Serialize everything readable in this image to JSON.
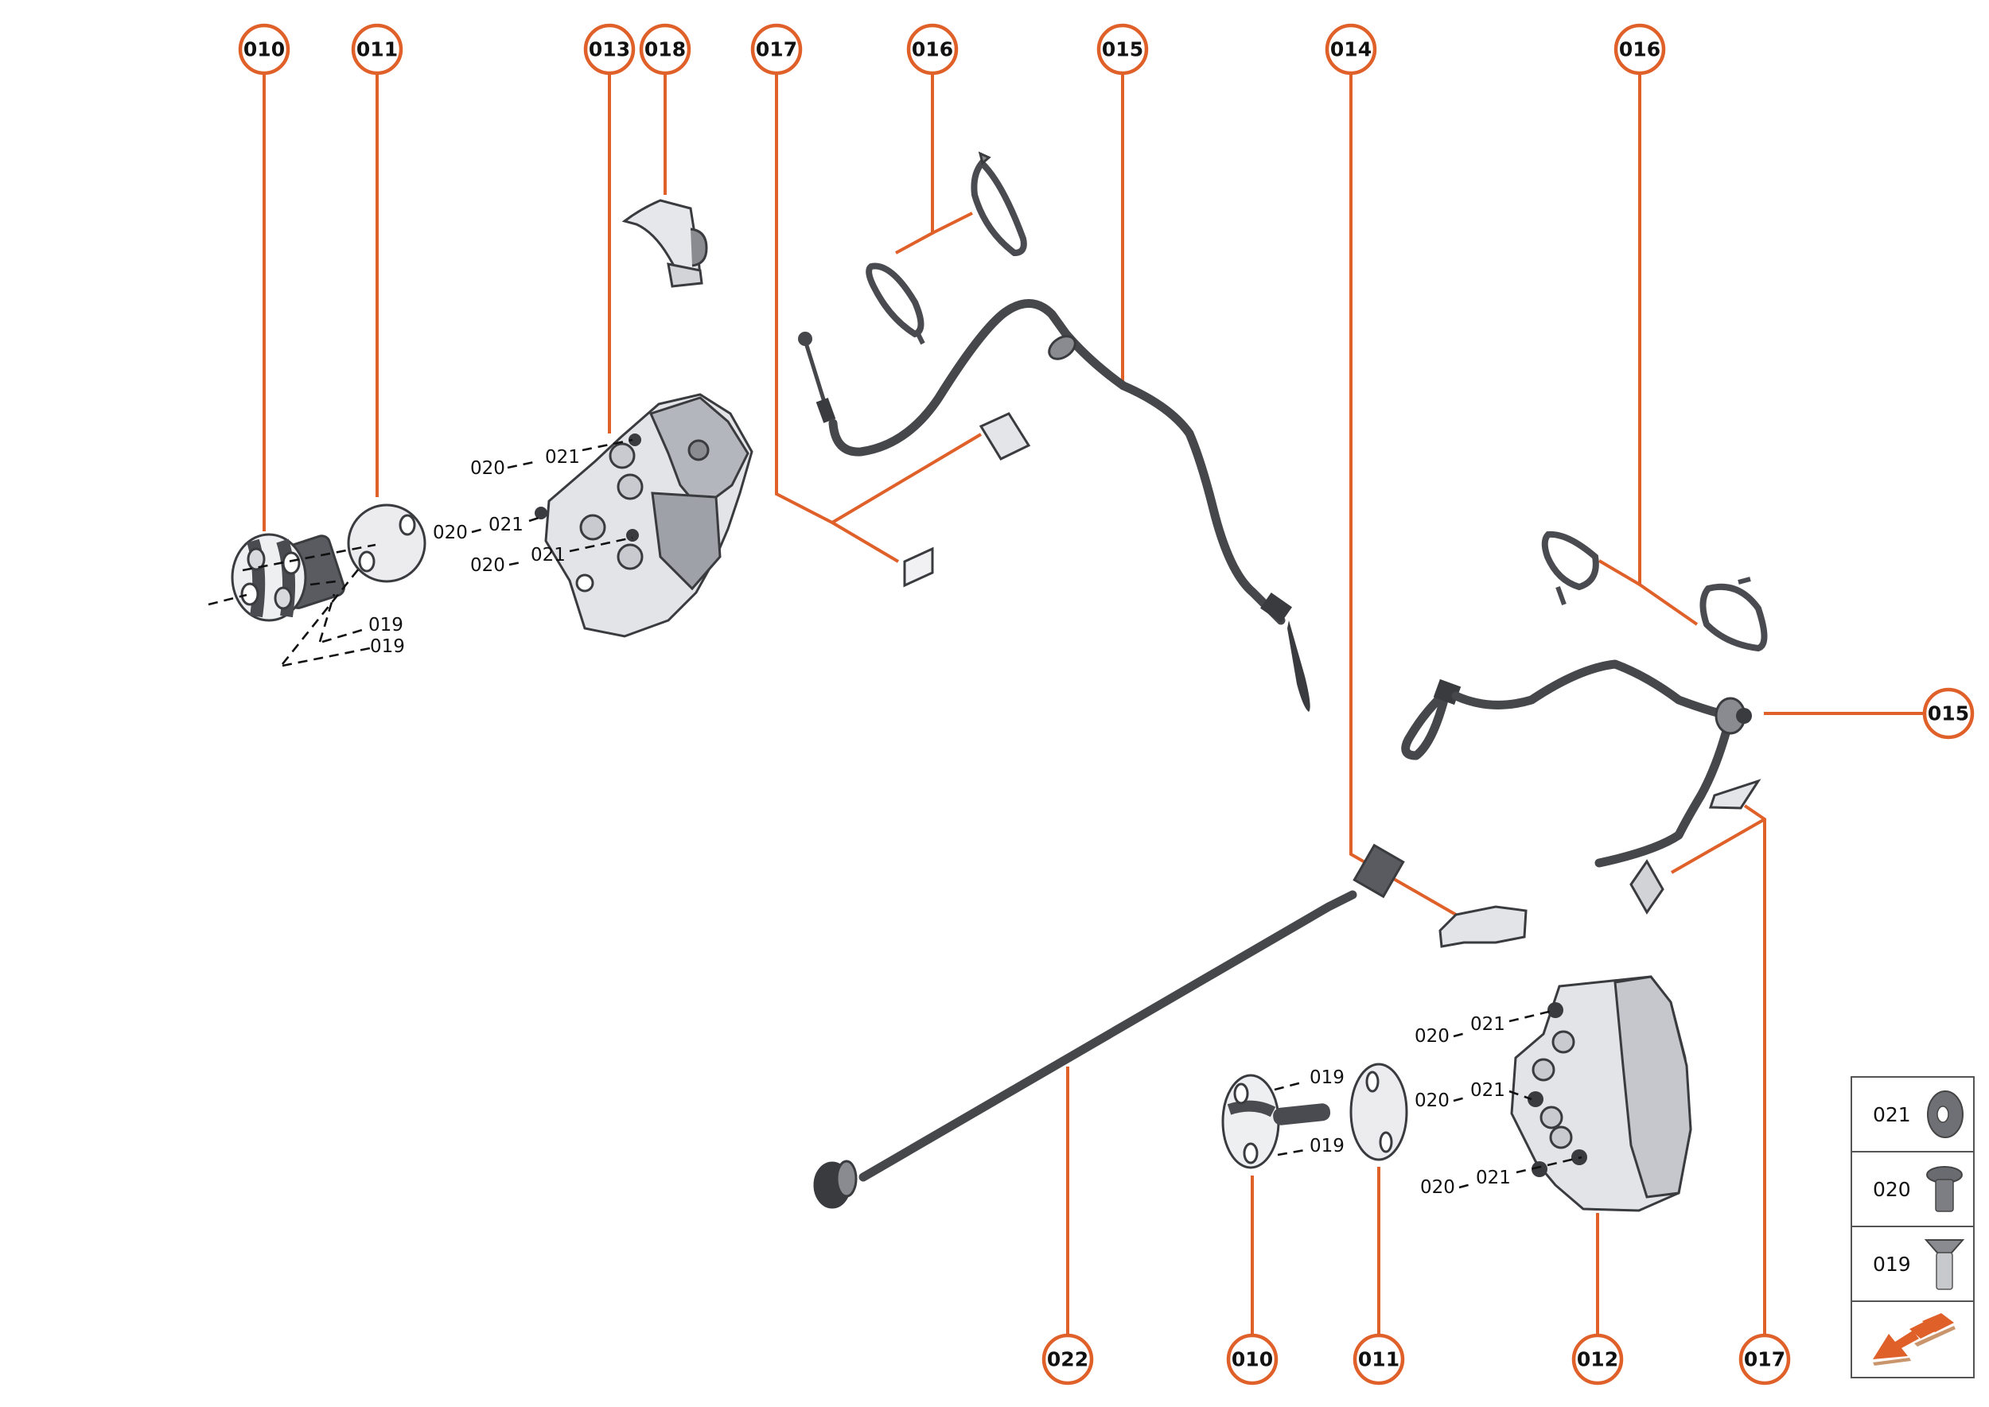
{
  "diagram": {
    "title": "Door lock exploded parts diagram",
    "accent_color": "#e0602a",
    "callouts_top": [
      {
        "id": "callout-010-top",
        "label": "010"
      },
      {
        "id": "callout-011-top",
        "label": "011"
      },
      {
        "id": "callout-013",
        "label": "013"
      },
      {
        "id": "callout-018",
        "label": "018"
      },
      {
        "id": "callout-017-top",
        "label": "017"
      },
      {
        "id": "callout-016-left",
        "label": "016"
      },
      {
        "id": "callout-015-top",
        "label": "015"
      },
      {
        "id": "callout-014",
        "label": "014"
      },
      {
        "id": "callout-016-right",
        "label": "016"
      }
    ],
    "callout_right": {
      "id": "callout-015-right",
      "label": "015"
    },
    "callouts_bottom": [
      {
        "id": "callout-022",
        "label": "022"
      },
      {
        "id": "callout-010-bottom",
        "label": "010"
      },
      {
        "id": "callout-011-bottom",
        "label": "011"
      },
      {
        "id": "callout-012",
        "label": "012"
      },
      {
        "id": "callout-017-bottom",
        "label": "017"
      }
    ],
    "fastener_labels": {
      "upper_latch": [
        {
          "screw": "020",
          "washer": "021"
        },
        {
          "screw": "020",
          "washer": "021"
        },
        {
          "screw": "020",
          "washer": "021"
        }
      ],
      "upper_striker": [
        "019",
        "019"
      ],
      "lower_striker": [
        "019",
        "019"
      ],
      "lower_latch": [
        {
          "screw": "020",
          "washer": "021"
        },
        {
          "screw": "020",
          "washer": "021"
        },
        {
          "screw": "020",
          "washer": "021"
        }
      ]
    }
  },
  "legend": {
    "rows": [
      {
        "label": "021",
        "icon": "washer-icon"
      },
      {
        "label": "020",
        "icon": "pan-head-screw-icon"
      },
      {
        "label": "019",
        "icon": "countersunk-screw-icon"
      },
      {
        "label": "",
        "icon": "direction-arrow-icon"
      }
    ]
  }
}
